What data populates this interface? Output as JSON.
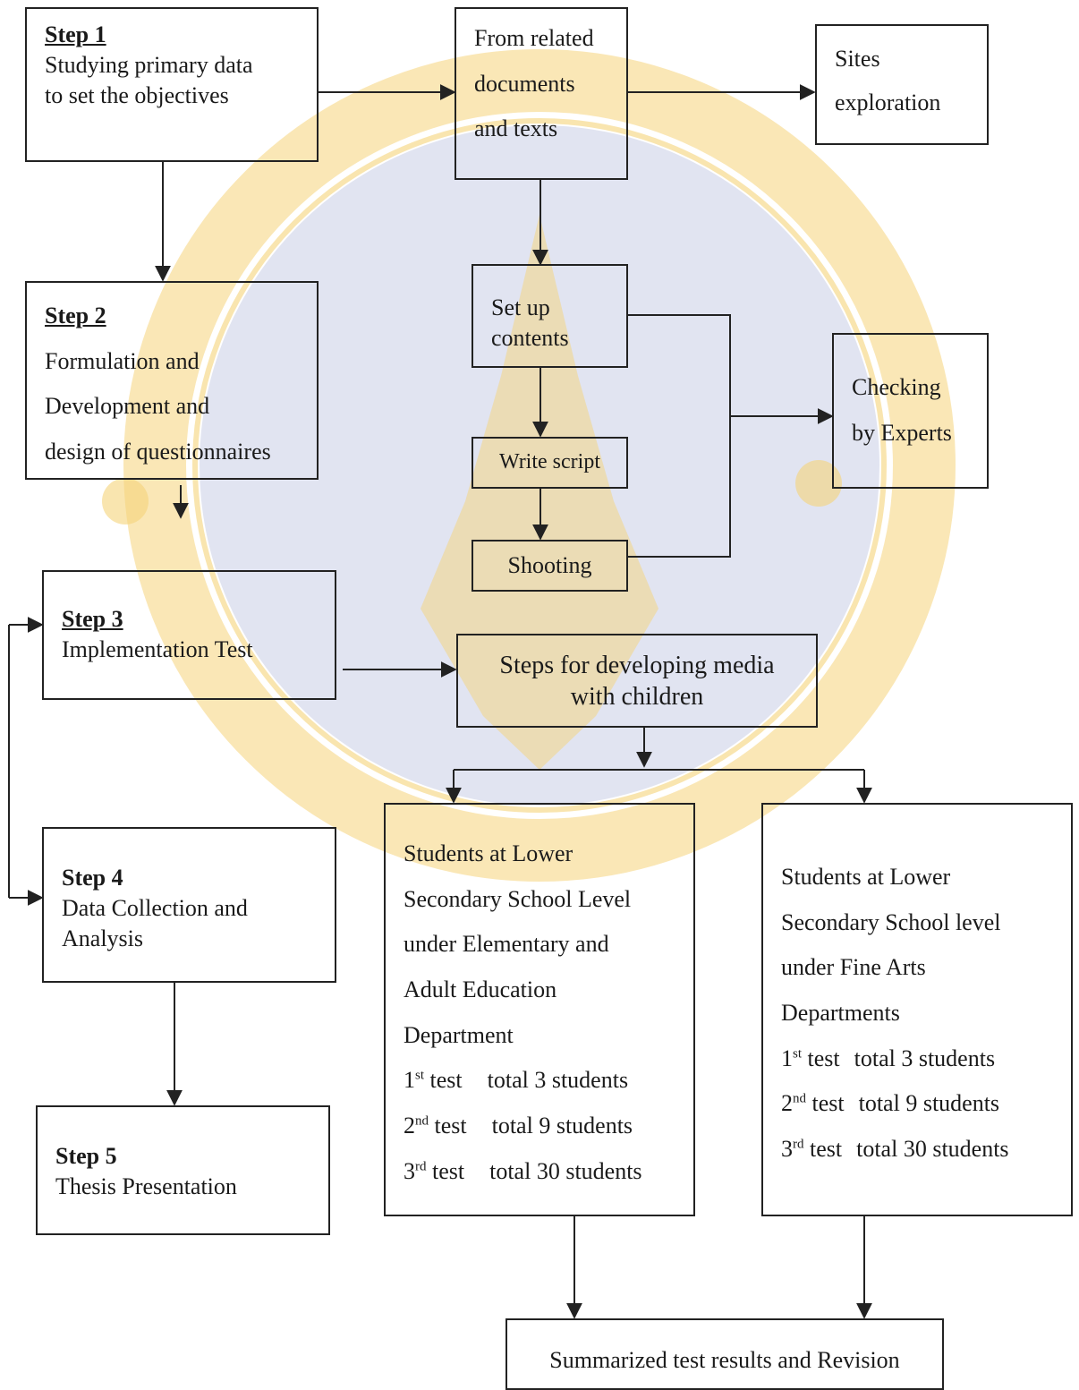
{
  "watermark": {
    "seal_color": "#f5d47a",
    "circle_color": "#c9cde6"
  },
  "step1": {
    "heading": "Step 1",
    "lines": [
      "Studying primary data",
      "to set the objectives"
    ]
  },
  "related_docs": {
    "lines": [
      "From related",
      "documents",
      "and texts"
    ]
  },
  "sites": {
    "lines": [
      "Sites",
      "exploration"
    ]
  },
  "step2": {
    "heading": "Step 2",
    "lines": [
      "Formulation and",
      "Development and",
      "design of questionnaires"
    ]
  },
  "set_up": {
    "lines": [
      "Set up",
      "contents"
    ]
  },
  "write_script": {
    "label": "Write script"
  },
  "shooting": {
    "label": "Shooting"
  },
  "checking": {
    "lines": [
      "Checking",
      "by Experts"
    ]
  },
  "step3": {
    "heading": "Step 3",
    "lines": [
      "Implementation Test"
    ]
  },
  "media": {
    "lines": [
      "Steps for developing media",
      "with children"
    ]
  },
  "step4": {
    "heading": "Step 4",
    "lines": [
      "Data Collection and",
      "Analysis"
    ]
  },
  "step5": {
    "heading": "Step 5",
    "lines": [
      "Thesis Presentation"
    ]
  },
  "group_elementary": {
    "lines": [
      "Students at Lower",
      "Secondary School Level",
      "under Elementary and",
      "Adult Education",
      "Department"
    ],
    "tests": [
      {
        "num": "1",
        "sup": "st",
        "word": "test",
        "total": "total 3 students"
      },
      {
        "num": "2",
        "sup": "nd",
        "word": "test",
        "total": "total 9 students"
      },
      {
        "num": "3",
        "sup": "rd",
        "word": "test",
        "total": "total 30 students"
      }
    ]
  },
  "group_fine_arts": {
    "lines": [
      "Students at Lower",
      "Secondary School level",
      "under Fine Arts",
      "Departments"
    ],
    "tests": [
      {
        "num": "1",
        "sup": "st",
        "word": "test",
        "total": "total 3 students"
      },
      {
        "num": "2",
        "sup": "nd",
        "word": "test",
        "total": "total 9 students"
      },
      {
        "num": "3",
        "sup": "rd",
        "word": "test",
        "total": "total 30 students"
      }
    ]
  },
  "summary": {
    "label": "Summarized test results and Revision"
  }
}
